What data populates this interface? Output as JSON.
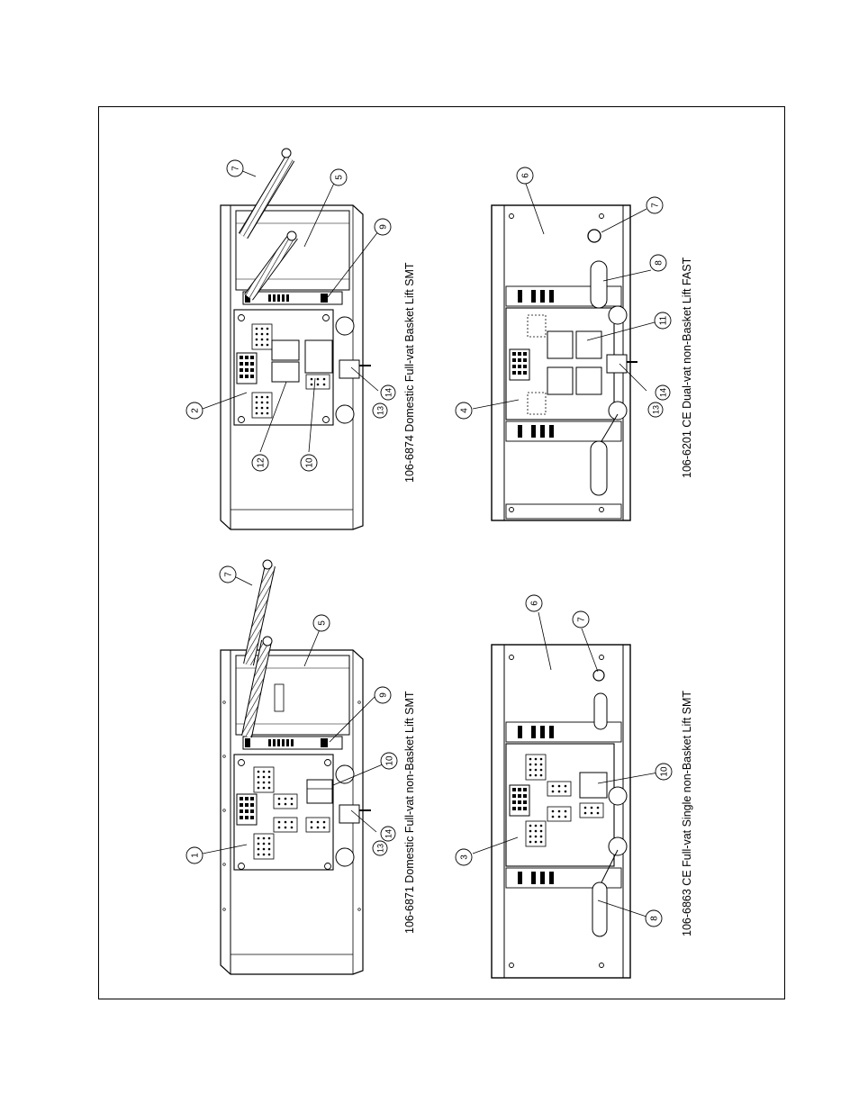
{
  "captions": {
    "top_left": "106-6871 Domestic Full-vat non-Basket Lift SMT",
    "top_right": "106-6874 Domestic Full-vat Basket Lift SMT",
    "bottom_left": "106-6863 CE Full-vat Single non-Basket Lift SMT",
    "bottom_right": "106-6201 CE Dual-vat non-Basket Lift FAST"
  },
  "callouts": {
    "c1": "1",
    "c2": "2",
    "c3": "3",
    "c4": "4",
    "c5": "5",
    "c6": "6",
    "c7": "7",
    "c8": "8",
    "c9": "9",
    "c10": "10",
    "c11": "11",
    "c12": "12",
    "c13": "13",
    "c14": "14"
  }
}
